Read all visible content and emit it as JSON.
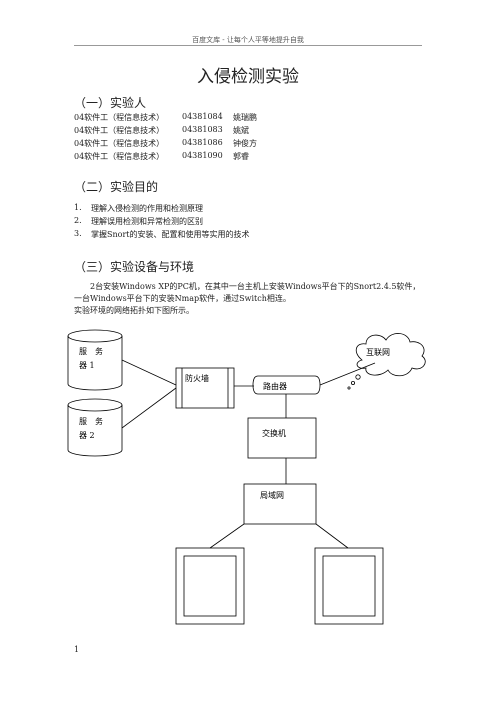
{
  "header": {
    "text": "百度文库 - 让每个人平等地提升自我"
  },
  "title": "入侵检测实验",
  "sections": [
    {
      "heading": "（一）实验人"
    },
    {
      "heading": "（二）实验目的"
    },
    {
      "heading": "（三）实验设备与环境"
    }
  ],
  "people": [
    {
      "dept": "04软件工（程信息技术）",
      "id": "04381084",
      "name": "姚瑞鹏"
    },
    {
      "dept": "04软件工（程信息技术）",
      "id": "04381083",
      "name": "姚斌"
    },
    {
      "dept": "04软件工（程信息技术）",
      "id": "04381086",
      "name": "钟俊方"
    },
    {
      "dept": "04软件工（程信息技术）",
      "id": "04381090",
      "name": "郭睿"
    }
  ],
  "goals": [
    {
      "num": "1.",
      "text": "理解入侵检测的作用和检测原理"
    },
    {
      "num": "2.",
      "text": "理解误用检测和异常检测的区别"
    },
    {
      "num": "3.",
      "text": "掌握Snort的安装、配置和使用等实用的技术"
    }
  ],
  "env_para": "2台安装Windows XP的PC机，在其中一台主机上安装Windows平台下的Snort2.4.5软件，一台Windows平台下的安装Nmap软件，通过Switch相连。",
  "topo_caption": "实验环境的网络拓扑如下图所示。",
  "diagram": {
    "server1_a": "服　务",
    "server1_b": "器 1",
    "server2_a": "服　务",
    "server2_b": "器 2",
    "firewall": "防火墙",
    "router": "路由器",
    "internet": "互联网",
    "switch": "交换机",
    "lan": "局域网"
  },
  "page_number": "1"
}
